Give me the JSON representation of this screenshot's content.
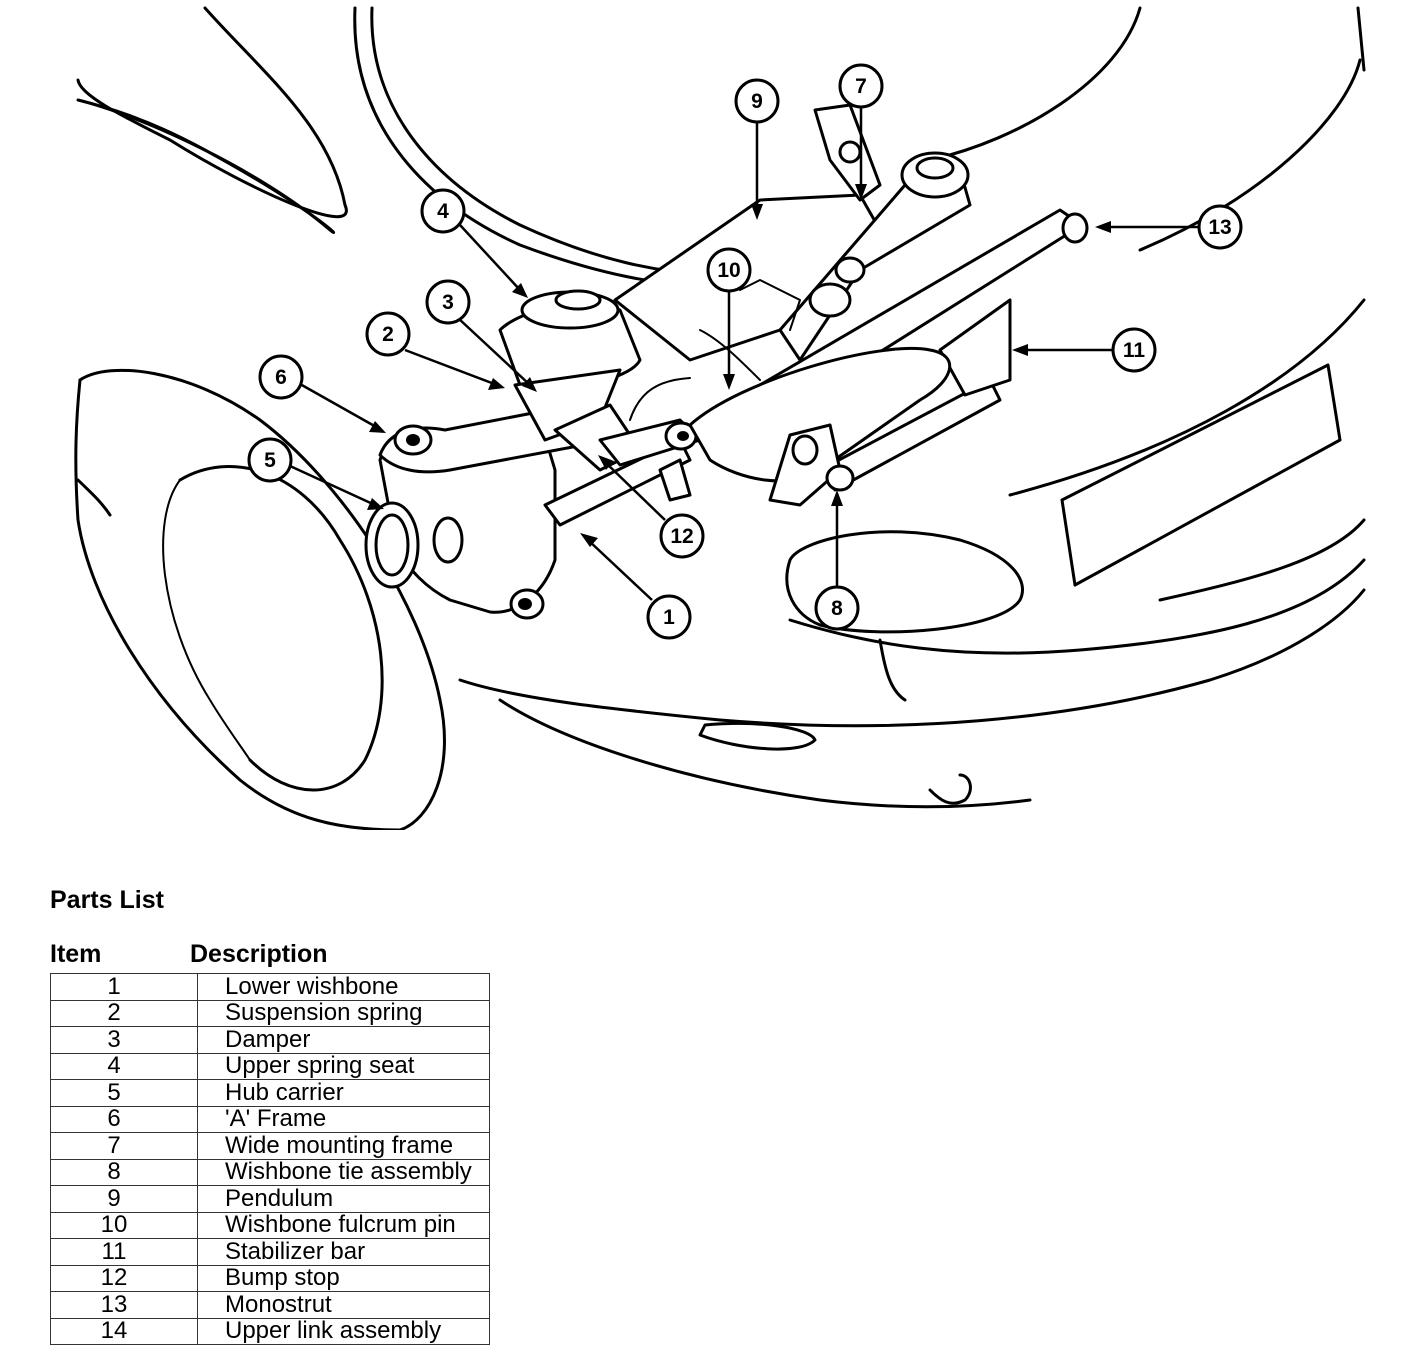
{
  "diagram": {
    "callouts": [
      "1",
      "2",
      "3",
      "4",
      "5",
      "6",
      "7",
      "8",
      "9",
      "10",
      "11",
      "12",
      "13"
    ]
  },
  "parts_list": {
    "title": "Parts List",
    "headers": {
      "item": "Item",
      "description": "Description"
    },
    "rows": [
      {
        "item": "1",
        "description": "Lower wishbone"
      },
      {
        "item": "2",
        "description": "Suspension spring"
      },
      {
        "item": "3",
        "description": "Damper"
      },
      {
        "item": "4",
        "description": "Upper spring seat"
      },
      {
        "item": "5",
        "description": "Hub carrier"
      },
      {
        "item": "6",
        "description": "'A' Frame"
      },
      {
        "item": "7",
        "description": "Wide mounting frame"
      },
      {
        "item": "8",
        "description": "Wishbone tie assembly"
      },
      {
        "item": "9",
        "description": "Pendulum"
      },
      {
        "item": "10",
        "description": "Wishbone fulcrum pin"
      },
      {
        "item": "11",
        "description": "Stabilizer bar"
      },
      {
        "item": "12",
        "description": "Bump stop"
      },
      {
        "item": "13",
        "description": "Monostrut"
      },
      {
        "item": "14",
        "description": "Upper link assembly"
      }
    ]
  }
}
